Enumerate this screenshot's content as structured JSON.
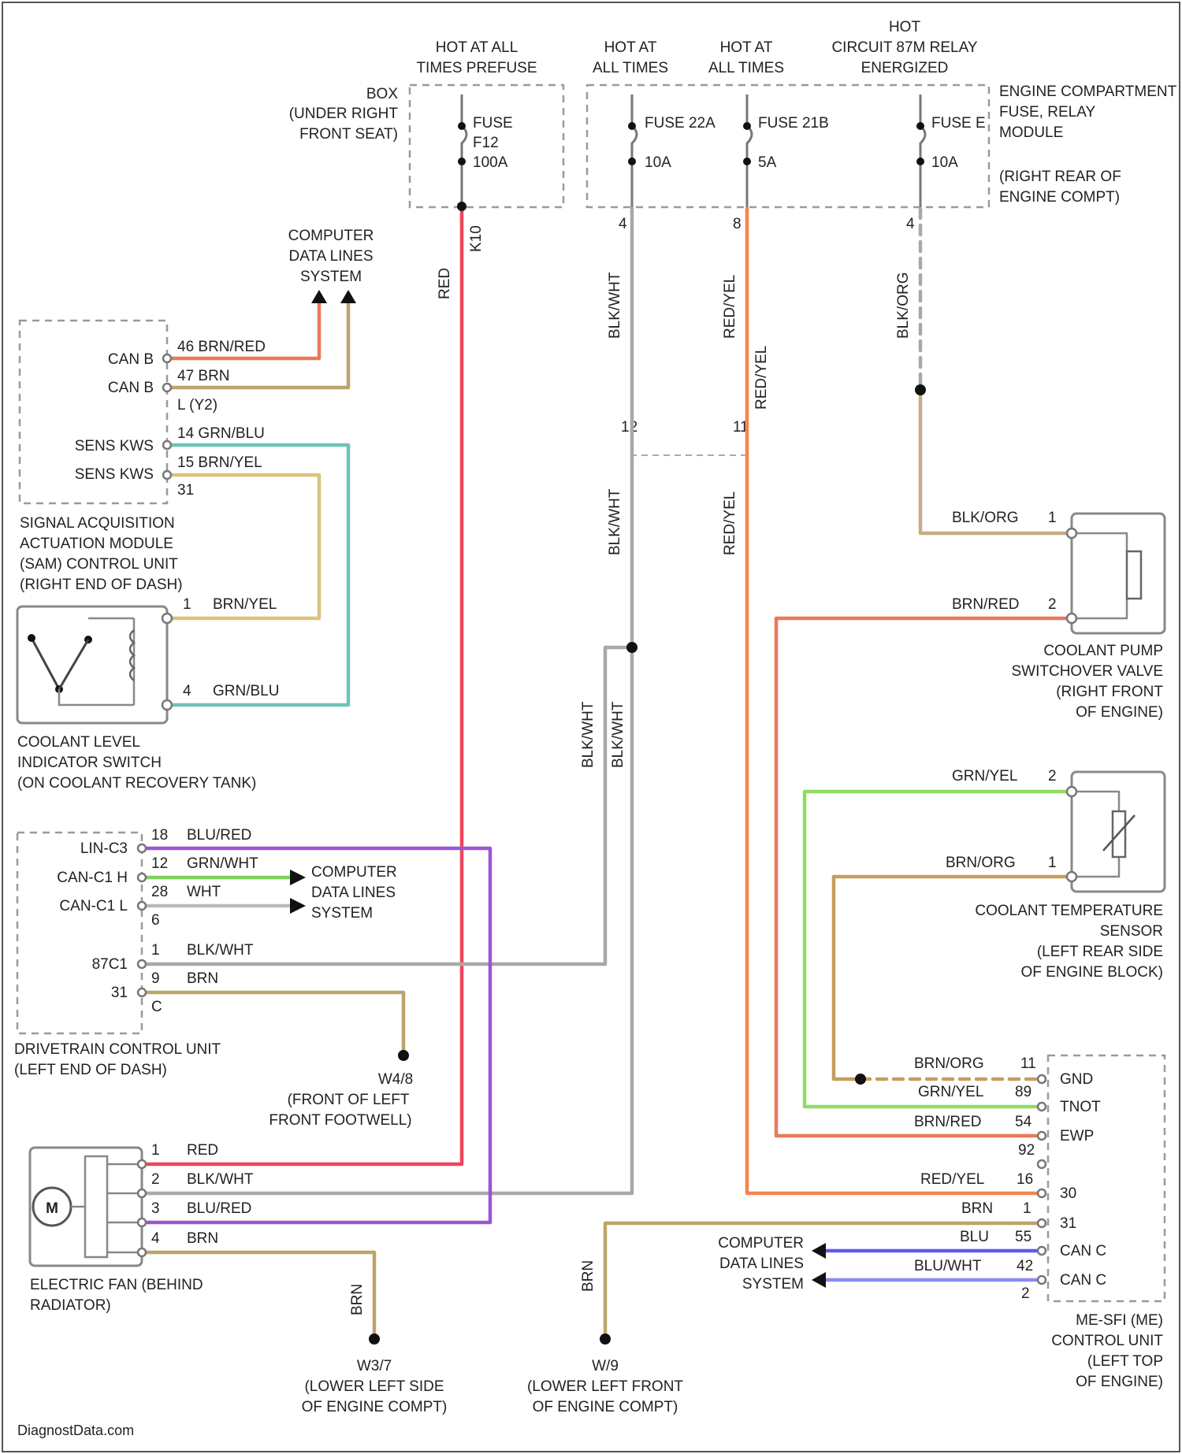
{
  "colors": {
    "red": "#f0445a",
    "blk_wht": "#a8a8a8",
    "red_yel": "#f4854f",
    "blk_org": "#c8ab86",
    "brn_red": "#e87a58",
    "brn": "#bda46a",
    "grn_blu": "#6fc3b4",
    "brn_yel": "#d9c37d",
    "blu_red": "#9a55d6",
    "grn_wht": "#7ad35a",
    "wht": "#b9b9b9",
    "grn_yel": "#8fdc63",
    "brn_org": "#c89c5c",
    "blu": "#5a5af0",
    "blu_wht": "#8a8af5"
  },
  "labels": {
    "hot_prefuse": [
      "HOT AT ALL",
      "TIMES PREFUSE"
    ],
    "hot_all1": [
      "HOT AT",
      "ALL TIMES"
    ],
    "hot_all2": [
      "HOT AT",
      "ALL TIMES"
    ],
    "hot_relay": [
      "HOT",
      "CIRCUIT 87M RELAY",
      "ENERGIZED"
    ],
    "box_under_seat": [
      "BOX",
      "(UNDER RIGHT",
      "FRONT SEAT)"
    ],
    "engine_fuse_module": [
      "ENGINE COMPARTMENT",
      "FUSE, RELAY",
      "MODULE"
    ],
    "engine_fuse_loc": [
      "(RIGHT REAR OF",
      "ENGINE COMPT)"
    ],
    "fuse_f12": [
      "FUSE",
      "F12",
      "100A"
    ],
    "fuse_22a": [
      "FUSE 22A",
      "10A"
    ],
    "fuse_21b": [
      "FUSE 21B",
      "5A"
    ],
    "fuse_e": [
      "FUSE E",
      "10A"
    ],
    "cdl_top": [
      "COMPUTER",
      "DATA LINES",
      "SYSTEM"
    ],
    "cdl_mid": [
      "COMPUTER",
      "DATA LINES",
      "SYSTEM"
    ],
    "cdl_bot": [
      "COMPUTER",
      "DATA LINES",
      "SYSTEM"
    ],
    "sam": [
      "SIGNAL ACQUISITION",
      "ACTUATION MODULE",
      "(SAM) CONTROL UNIT",
      "(RIGHT END OF DASH)"
    ],
    "sam_pins": [
      "CAN B",
      "CAN B",
      "SENS KWS",
      "SENS KWS"
    ],
    "sam_wires": [
      "46  BRN/RED",
      "47  BRN",
      "L (Y2)",
      "14  GRN/BLU",
      "15  BRN/YEL",
      "31"
    ],
    "coolant_level": [
      "COOLANT LEVEL",
      "INDICATOR SWITCH",
      "(ON COOLANT RECOVERY TANK)"
    ],
    "cl_wires": [
      "1",
      "BRN/YEL",
      "4",
      "GRN/BLU"
    ],
    "drivetrain": [
      "DRIVETRAIN CONTROL UNIT",
      "(LEFT END OF DASH)"
    ],
    "dt_pins": [
      "LIN-C3",
      "CAN-C1 H",
      "CAN-C1 L",
      "87C1",
      "31"
    ],
    "dt_wires": [
      "18",
      "BLU/RED",
      "12",
      "GRN/WHT",
      "28",
      "WHT",
      "6",
      "1",
      "BLK/WHT",
      "9",
      "BRN",
      "C"
    ],
    "w4": [
      "W4/8",
      "(FRONT OF LEFT",
      "FRONT FOOTWELL)"
    ],
    "fan": [
      "ELECTRIC FAN (BEHIND",
      "RADIATOR)"
    ],
    "fan_motor": "M",
    "fan_wires": [
      "1",
      "RED",
      "2",
      "BLK/WHT",
      "3",
      "BLU/RED",
      "4",
      "BRN"
    ],
    "w3": [
      "W3/7",
      "(LOWER LEFT SIDE",
      "OF ENGINE COMPT)"
    ],
    "w2": [
      "W/9",
      "(LOWER LEFT FRONT",
      "OF ENGINE COMPT)"
    ],
    "pump": [
      "COOLANT PUMP",
      "SWITCHOVER VALVE",
      "(RIGHT FRONT",
      "OF ENGINE)"
    ],
    "pump_wires": [
      "BLK/ORG",
      "1",
      "BRN/RED",
      "2"
    ],
    "temp_sensor": [
      "COOLANT TEMPERATURE",
      "SENSOR",
      "(LEFT REAR SIDE",
      "OF ENGINE BLOCK)"
    ],
    "temp_wires": [
      "GRN/YEL",
      "2",
      "BRN/ORG",
      "1"
    ],
    "me": [
      "ME-SFI (ME)",
      "CONTROL UNIT",
      "(LEFT TOP",
      "OF ENGINE)"
    ],
    "me_pins": [
      "GND",
      "TNOT",
      "EWP",
      "30",
      "31",
      "CAN C",
      "CAN C"
    ],
    "me_wires": [
      "BRN/ORG",
      "11",
      "GRN/YEL",
      "89",
      "BRN/RED",
      "54",
      "92",
      "RED/YEL",
      "16",
      "BRN",
      "1",
      "BLU",
      "55",
      "BLU/WHT",
      "42",
      "2"
    ],
    "vert": [
      "RED",
      "K10",
      "BLK/WHT",
      "RED/YEL",
      "BLK/ORG",
      "RED/YEL",
      "BLK/WHT",
      "RED/YEL",
      "BLK/WHT",
      "BLK/WHT",
      "BRN",
      "BRN"
    ],
    "pin_nums": [
      "4",
      "8",
      "4",
      "12",
      "12",
      "11"
    ],
    "watermark": "DiagnostData.com"
  }
}
